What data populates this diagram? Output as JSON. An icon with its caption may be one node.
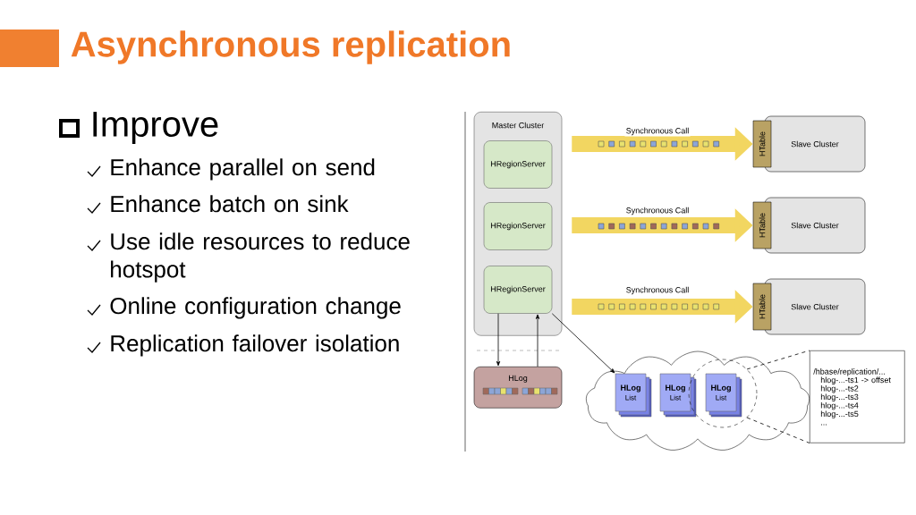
{
  "diagram": {
    "title": "Asynchronous replication",
    "nodes": [
      {
        "text": [
          "Master Cluster"
        ]
      },
      {
        "text": [
          "HRegionServer"
        ],
        "in": 0
      },
      {
        "text": [
          "HRegionServer"
        ],
        "in": 0
      },
      {
        "text": [
          "HRegionServer"
        ],
        "in": 0
      },
      {
        "text": [
          "HTable"
        ]
      },
      {
        "text": [
          "Slave Cluster"
        ]
      },
      {
        "text": [
          "HTable"
        ]
      },
      {
        "text": [
          "Slave Cluster"
        ]
      },
      {
        "text": [
          "HTable"
        ]
      },
      {
        "text": [
          "Slave Cluster"
        ]
      },
      {
        "text": [
          "HLog"
        ]
      },
      {
        "text": [],
        "shape": "cloud"
      },
      {
        "text": [
          "HLog",
          "List"
        ],
        "in": 11
      },
      {
        "text": [
          "HLog",
          "List"
        ],
        "in": 11
      },
      {
        "text": [],
        "shape": "circle",
        "in": 11
      },
      {
        "text": [
          "HLog",
          "List"
        ],
        "in": 14
      },
      {
        "text": [
          "/hbase/replication/...",
          "hlog-...-ts1 -> offset",
          "hlog-...-ts2",
          "hlog-...-ts3",
          "hlog-...-ts4",
          "hlog-...-ts5",
          "..."
        ]
      }
    ],
    "edges": [
      {
        "from": 1,
        "to": 4,
        "arrow": "to",
        "label": "Synchronous Call",
        "style": "thick",
        "color": "#f2d661"
      },
      {
        "from": 2,
        "to": 6,
        "arrow": "to",
        "label": "Synchronous Call",
        "style": "thick",
        "color": "#f2d661"
      },
      {
        "from": 3,
        "to": 8,
        "arrow": "to",
        "label": "Synchronous Call",
        "style": "thick",
        "color": "#f2d661"
      },
      {
        "from": 3,
        "to": 10,
        "arrow": "to"
      },
      {
        "from": 10,
        "to": 3,
        "arrow": "to"
      },
      {
        "from": 3,
        "to": 12,
        "arrow": "to"
      },
      {
        "from": 14,
        "to": 16,
        "arrow": "none",
        "style": "dashed"
      },
      {
        "from": 14,
        "to": 16,
        "arrow": "none",
        "style": "dashed"
      }
    ],
    "labels": [
      "Improve",
      "Enhance parallel on send",
      "Enhance batch on sink",
      "Use idle resources to reduce hotspot",
      "Online configuration change",
      "Replication failover isolation"
    ]
  }
}
